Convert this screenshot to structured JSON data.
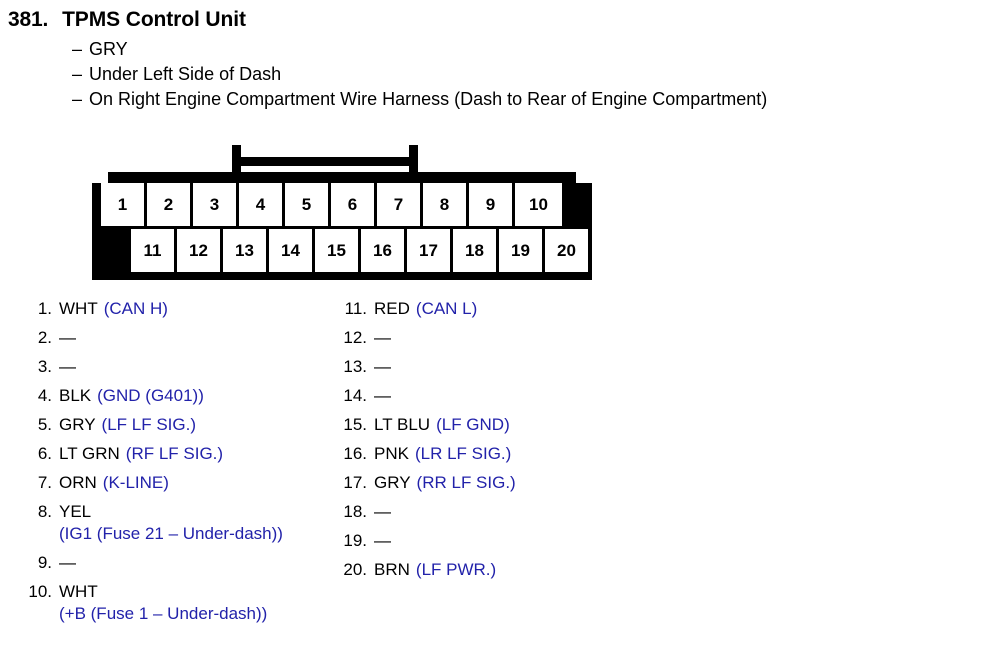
{
  "header": {
    "number": "381.",
    "title": "TPMS Control Unit",
    "bullets": [
      {
        "dash": "–",
        "text": "GRY"
      },
      {
        "dash": "–",
        "text": "Under Left Side of Dash"
      },
      {
        "dash": "–",
        "text": "On Right Engine Compartment Wire Harness (Dash to Rear of Engine Compartment)"
      }
    ]
  },
  "connector": {
    "top_row": [
      "1",
      "2",
      "3",
      "4",
      "5",
      "6",
      "7",
      "8",
      "9",
      "10"
    ],
    "bottom_row": [
      "11",
      "12",
      "13",
      "14",
      "15",
      "16",
      "17",
      "18",
      "19",
      "20"
    ]
  },
  "pins": {
    "left": [
      {
        "num": "1.",
        "color": "WHT",
        "signal": "(CAN H)"
      },
      {
        "num": "2.",
        "color": "—",
        "signal": ""
      },
      {
        "num": "3.",
        "color": "—",
        "signal": ""
      },
      {
        "num": "4.",
        "color": "BLK",
        "signal": "(GND (G401))"
      },
      {
        "num": "5.",
        "color": "GRY",
        "signal": "(LF LF SIG.)"
      },
      {
        "num": "6.",
        "color": "LT GRN",
        "signal": "(RF LF SIG.)"
      },
      {
        "num": "7.",
        "color": "ORN",
        "signal": "(K-LINE)"
      },
      {
        "num": "8.",
        "color": "YEL",
        "signal": "",
        "wrap": "(IG1 (Fuse 21 – Under-dash))"
      },
      {
        "num": "9.",
        "color": "—",
        "signal": ""
      },
      {
        "num": "10.",
        "color": "WHT",
        "signal": "",
        "wrap": "(+B (Fuse 1 – Under-dash))"
      }
    ],
    "right": [
      {
        "num": "11.",
        "color": "RED",
        "signal": "(CAN L)"
      },
      {
        "num": "12.",
        "color": "—",
        "signal": ""
      },
      {
        "num": "13.",
        "color": "—",
        "signal": ""
      },
      {
        "num": "14.",
        "color": "—",
        "signal": ""
      },
      {
        "num": "15.",
        "color": "LT BLU",
        "signal": "(LF GND)"
      },
      {
        "num": "16.",
        "color": "PNK",
        "signal": "(LR LF SIG.)"
      },
      {
        "num": "17.",
        "color": "GRY",
        "signal": "(RR LF SIG.)"
      },
      {
        "num": "18.",
        "color": "—",
        "signal": ""
      },
      {
        "num": "19.",
        "color": "—",
        "signal": ""
      },
      {
        "num": "20.",
        "color": "BRN",
        "signal": "(LF PWR.)"
      }
    ]
  },
  "colors": {
    "signal_blue": "#2222aa",
    "ink": "#000000",
    "paper": "#ffffff"
  }
}
